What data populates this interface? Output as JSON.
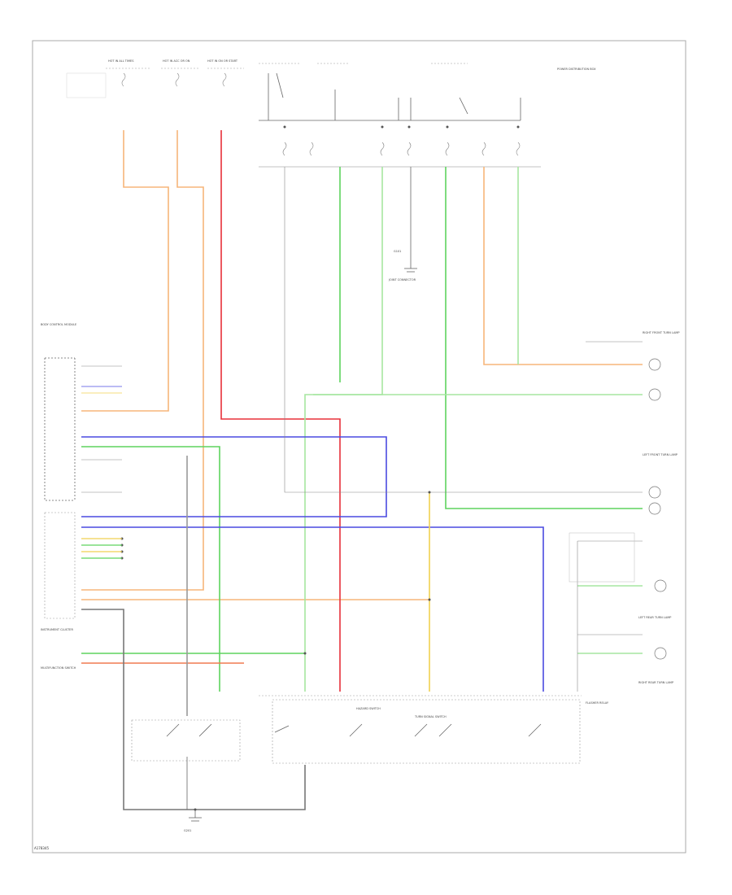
{
  "footer_code": "A178345",
  "colors": {
    "orange": "#f7b57a",
    "red": "#e8303a",
    "green": "#5ed35e",
    "light_green": "#a6e6a0",
    "blue": "#4a4ae0",
    "yellow": "#f0d050",
    "gray": "#777777",
    "dark_orange": "#f07a50"
  },
  "labels": {
    "fuse_hot_1": "HOT IN ALL TIMES",
    "fuse_hot_2": "HOT IN ACC OR ON",
    "fuse_hot_3": "HOT IN ON OR START",
    "relay_box": "POWER DISTRIBUTION BOX",
    "ground_top": "G101",
    "ground_bottom": "G201",
    "module_left": "BODY CONTROL MODULE",
    "left_sub": "INSTRUMENT CLUSTER",
    "left_bottom": "MULTIFUNCTION SWITCH",
    "right_top": "RIGHT FRONT TURN LAMP",
    "right_mid": "LEFT FRONT TURN LAMP",
    "right_low_1": "LEFT REAR TURN LAMP",
    "right_low_2": "RIGHT REAR TURN LAMP",
    "switch_1": "HAZARD SWITCH",
    "switch_2": "TURN SIGNAL SWITCH",
    "switch_3": "FLASHER RELAY",
    "center_note": "JOINT CONNECTOR"
  }
}
